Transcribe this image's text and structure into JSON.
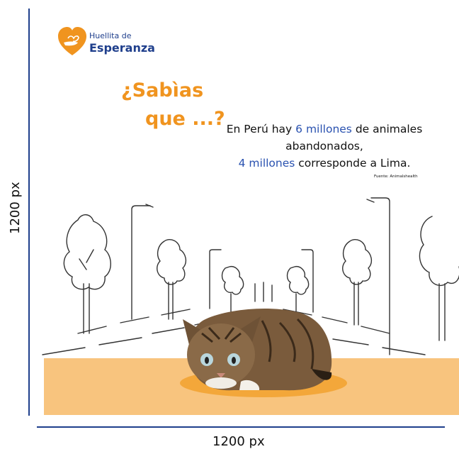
{
  "logo": {
    "line1": "Huellita de",
    "line2": "Esperanza",
    "icon": "heart-hand-icon",
    "color": "#f0941f"
  },
  "headline": {
    "line1": "¿Sabìas",
    "line2": "que ...?"
  },
  "fact": {
    "part1": "En Perú hay ",
    "highlight1": "6 millones",
    "part2": " de animales abandonados,",
    "highlight2": "4 millones",
    "part3": " corresponde a Lima."
  },
  "source": "Fuente: Animalshealth",
  "dimensions": {
    "height_label": "1200 px",
    "width_label": "1200 px"
  },
  "colors": {
    "accent": "#f0941f",
    "highlight": "#2a52b0",
    "ground": "#f8c47e",
    "guide": "#1f3f8c"
  }
}
